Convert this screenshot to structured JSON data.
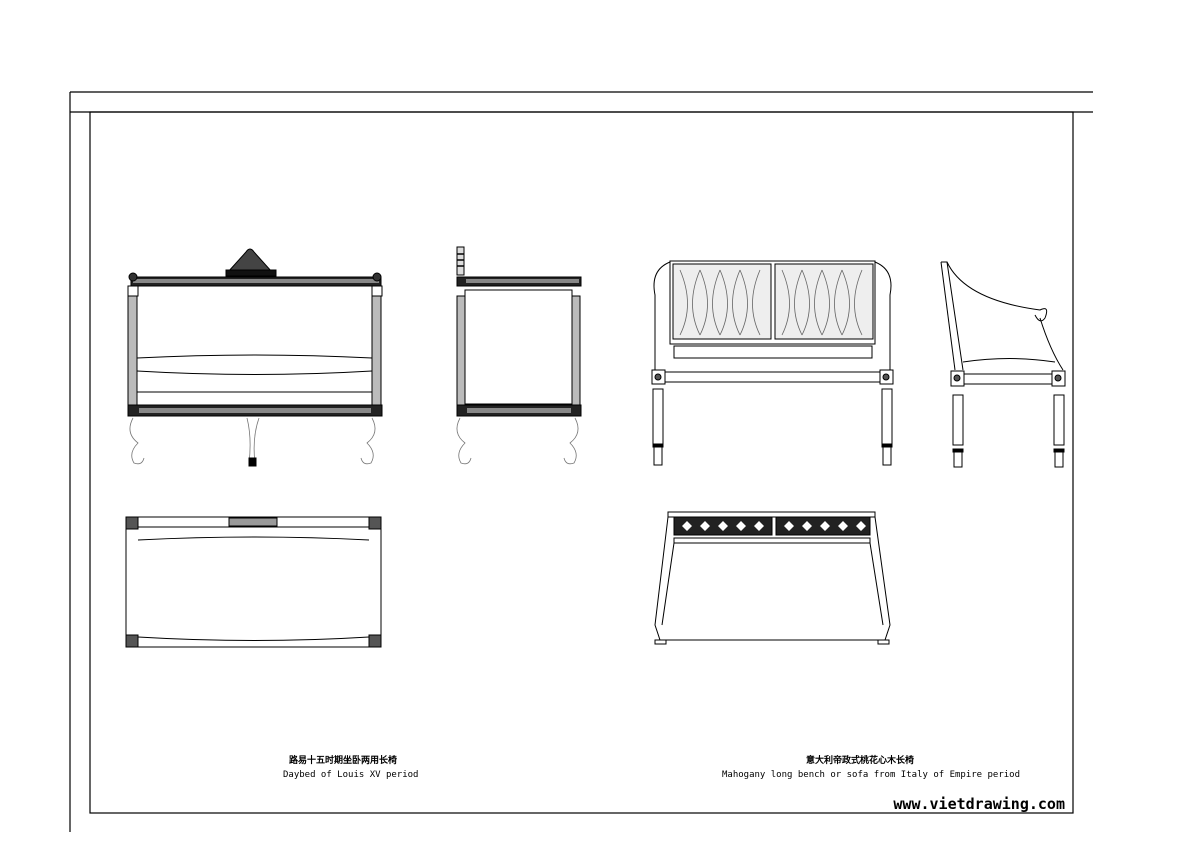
{
  "drawing": {
    "left_item": {
      "title_cn": "路易十五时期坐卧两用长椅",
      "title_en": "Daybed of Louis XV period"
    },
    "right_item": {
      "title_cn": "意大利帝政式桃花心木长椅",
      "title_en": "Mahogany long bench or sofa from Italy of Empire period"
    },
    "watermark": "www.vietdrawing.com",
    "line_color": "#000000"
  }
}
